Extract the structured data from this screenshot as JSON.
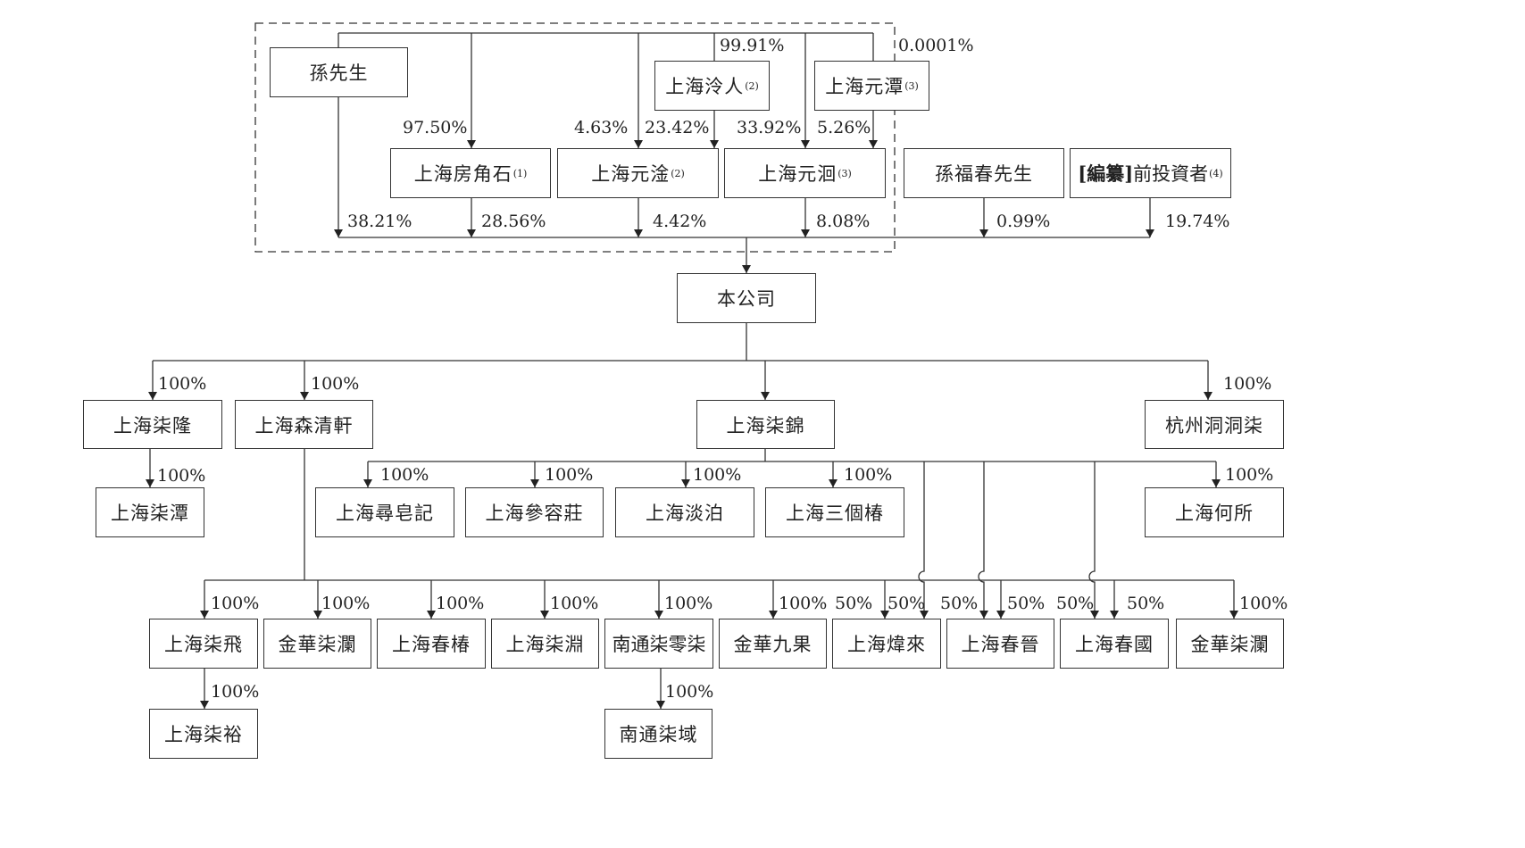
{
  "shareholders": {
    "sun": "孫先生",
    "lingren": "上海泠人",
    "lingren_note": "(2)",
    "yuantan": "上海元潭",
    "yuantan_note": "(3)",
    "fangjiaoshi": "上海房角石",
    "fangjiaoshi_note": "(1)",
    "yuantu": "上海元淦",
    "yuantu_note": "(2)",
    "yuanjiong": "上海元洄",
    "yuanjiong_note": "(3)",
    "sunfuchun": "孫福春先生",
    "preipo_redacted": "[編纂]",
    "preipo_label": "前投資者",
    "preipo_note": "(4)"
  },
  "percentages": {
    "sun_to_lingren": "99.91%",
    "sun_to_yuantan": "0.0001%",
    "sun_to_fangjiaoshi": "97.50%",
    "sun_to_yuantu": "4.63%",
    "lingren_to_yuantu": "23.42%",
    "sun_to_yuanjiong": "33.92%",
    "yuantan_to_yuanjiong": "5.26%",
    "sun_to_company": "38.21%",
    "fangjiaoshi_to_company": "28.56%",
    "yuantu_to_company": "4.42%",
    "yuanjiong_to_company": "8.08%",
    "sunfuchun_to_company": "0.99%",
    "preipo_to_company": "19.74%"
  },
  "company": "本公司",
  "level1": {
    "qilong": "上海柒隆",
    "senqingxuan": "上海森清軒",
    "qijin": "上海柒錦",
    "hangzhou": "杭州洞洞柒"
  },
  "level2": {
    "qitan": "上海柒潭",
    "xunzaoji": "上海尋皂記",
    "shenrongzhuang": "上海參容莊",
    "danbo": "上海淡泊",
    "sangechun": "上海三個椿",
    "hesuo": "上海何所"
  },
  "level3": {
    "qifei": "上海柒飛",
    "jinhua_qilan_a": "金華柒瀾",
    "chunchun": "上海春椿",
    "qiyuan": "上海柒淵",
    "nantong_qilingqi": "南通柒零柒",
    "jinhua_jiuguo": "金華九果",
    "weilai": "上海煒來",
    "chunjin": "上海春晉",
    "chunguo": "上海春國",
    "jinhua_qilan_b": "金華柒瀾"
  },
  "level4": {
    "qiyu": "上海柒裕",
    "nantong_qiyu": "南通柒域"
  },
  "sub_pcts": {
    "p100": "100%",
    "p50": "50%"
  }
}
